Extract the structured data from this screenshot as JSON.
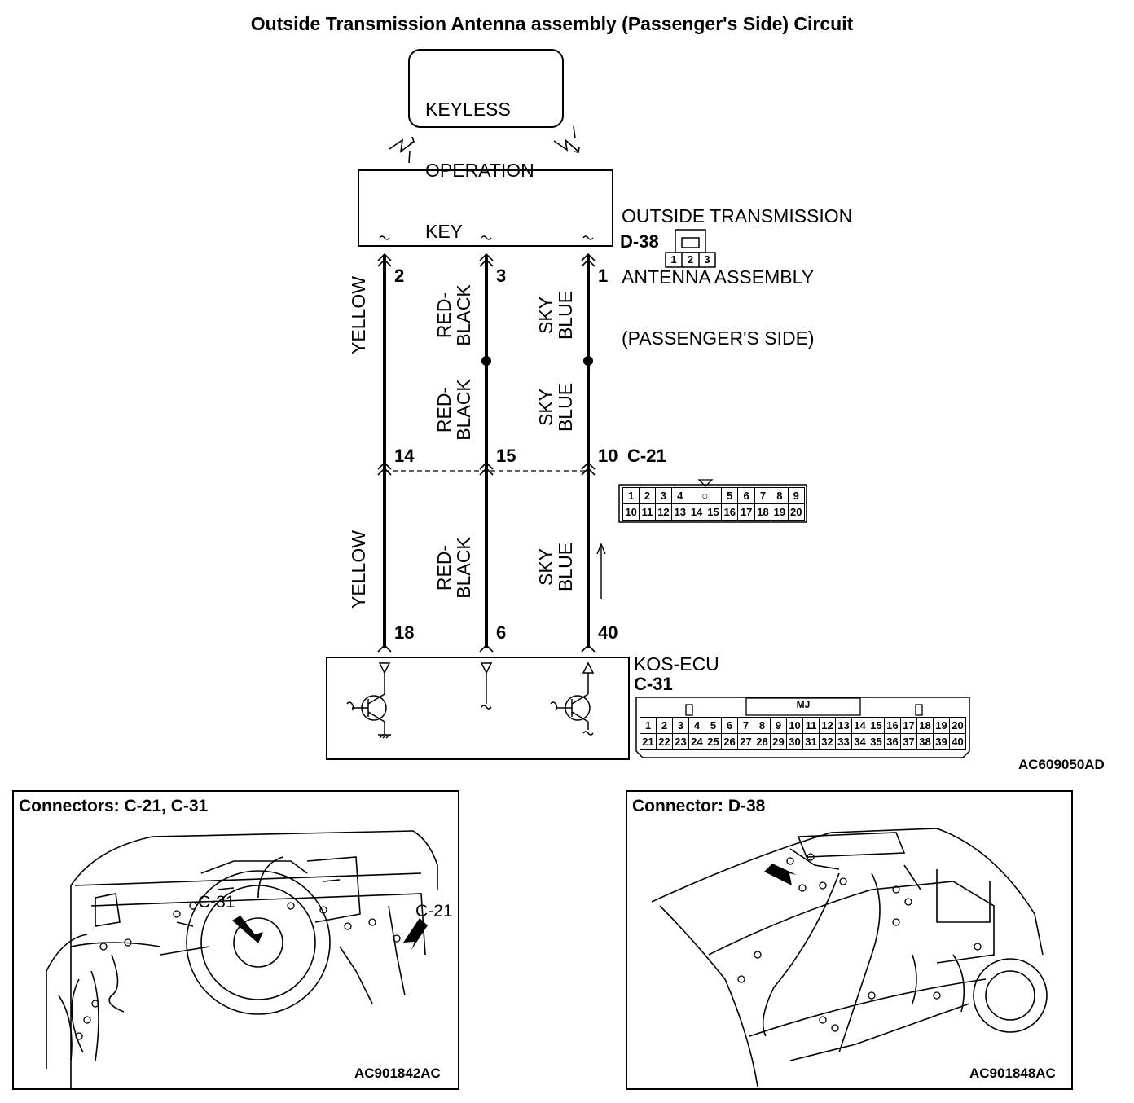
{
  "title": "Outside Transmission Antenna assembly (Passenger's Side) Circuit",
  "key_box": {
    "lines": [
      "KEYLESS",
      "OPERATION",
      "KEY"
    ]
  },
  "antenna": {
    "lines": [
      "OUTSIDE TRANSMISSION",
      "ANTENNA ASSEMBLY",
      "(PASSENGER'S SIDE)"
    ],
    "connector": "D-38",
    "connector_pins": [
      "1",
      "2",
      "3"
    ]
  },
  "wires": [
    {
      "top_pin": "2",
      "mid_pin": "14",
      "bottom_pin": "18",
      "upper_color": "YELLOW",
      "lower_color": "YELLOW"
    },
    {
      "top_pin": "3",
      "mid_pin": "15",
      "bottom_pin": "6",
      "upper_color": "RED-\nBLACK",
      "middle_color": "RED-\nBLACK",
      "lower_color": "RED-\nBLACK"
    },
    {
      "top_pin": "1",
      "mid_pin": "10",
      "bottom_pin": "40",
      "upper_color": "SKY\nBLUE",
      "middle_color": "SKY\nBLUE",
      "lower_color": "SKY\nBLUE"
    }
  ],
  "c21": {
    "label": "C-21",
    "row1": [
      "1",
      "2",
      "3",
      "4",
      "○",
      "5",
      "6",
      "7",
      "8",
      "9"
    ],
    "row2": [
      "10",
      "11",
      "12",
      "13",
      "14",
      "15",
      "16",
      "17",
      "18",
      "19",
      "20"
    ]
  },
  "ecu": {
    "name": "KOS-ECU",
    "connector": "C-31",
    "tab_label": "MJ",
    "row1": [
      "1",
      "2",
      "3",
      "4",
      "5",
      "6",
      "7",
      "8",
      "9",
      "10",
      "11",
      "12",
      "13",
      "14",
      "15",
      "16",
      "17",
      "18",
      "19",
      "20"
    ],
    "row2": [
      "21",
      "22",
      "23",
      "24",
      "25",
      "26",
      "27",
      "28",
      "29",
      "30",
      "31",
      "32",
      "33",
      "34",
      "35",
      "36",
      "37",
      "38",
      "39",
      "40"
    ]
  },
  "figure_code": "AC609050AD",
  "panel_left": {
    "title": "Connectors: C-21, C-31",
    "callout_c31": "C-31",
    "callout_c21": "C-21",
    "code": "AC901842AC"
  },
  "panel_right": {
    "title": "Connector: D-38",
    "code": "AC901848AC"
  }
}
